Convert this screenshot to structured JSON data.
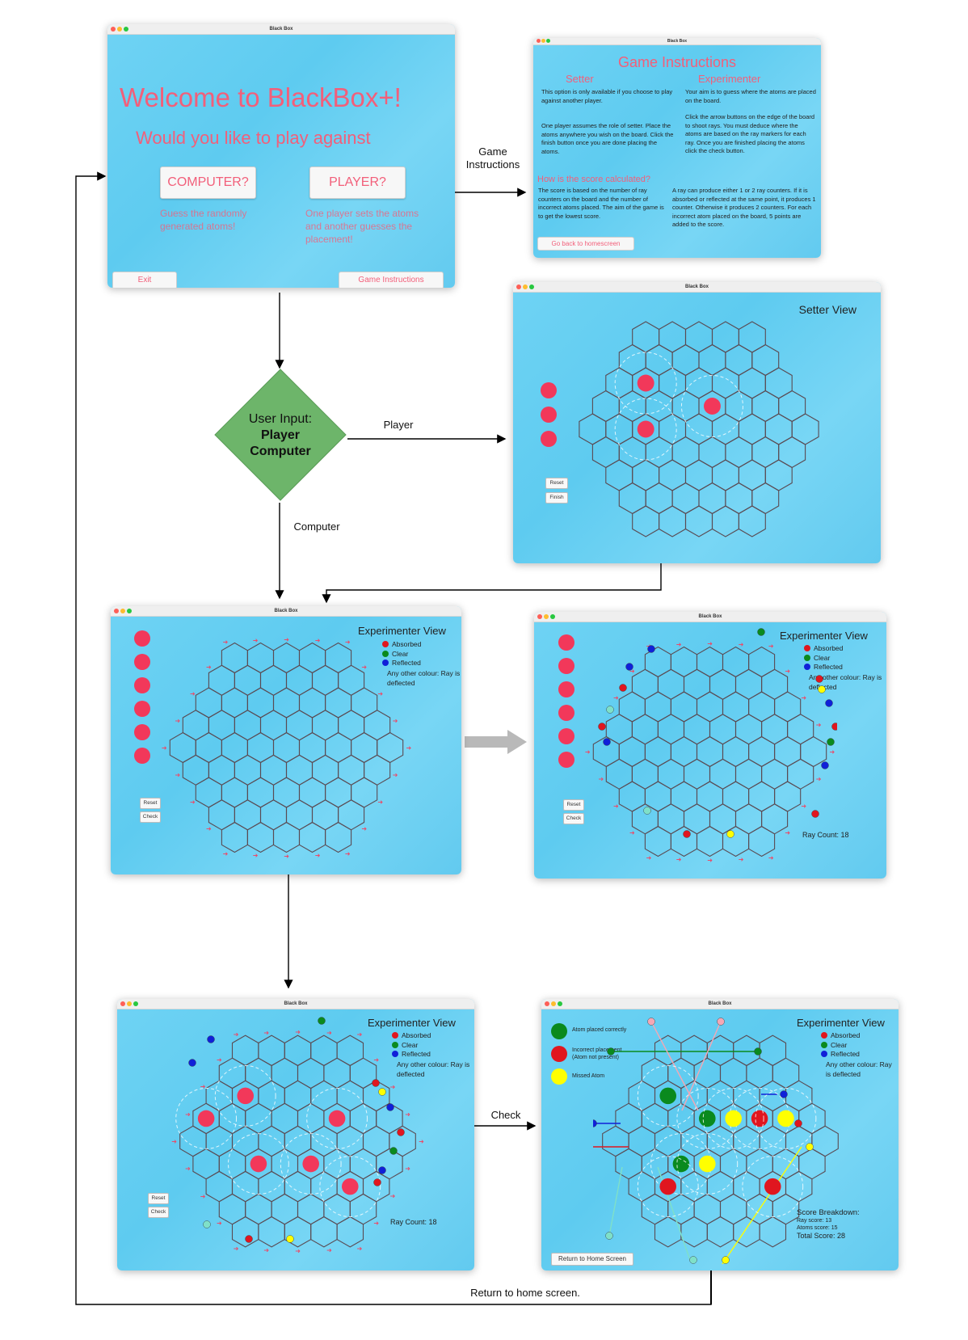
{
  "window_title": "Black Box",
  "welcome": {
    "title": "Welcome to BlackBox+!",
    "subtitle": "Would you like to play against",
    "computer_btn": "COMPUTER?",
    "computer_desc": "Guess the randomly generated atoms!",
    "player_btn": "PLAYER?",
    "player_desc": "One player sets the atoms and another guesses the placement!",
    "exit_btn": "Exit",
    "instructions_btn": "Game Instructions"
  },
  "instructions": {
    "title": "Game Instructions",
    "setter_heading": "Setter",
    "setter_p1": "This option is only available if you choose to play against another player.",
    "setter_p2": "One player assumes the role of setter. Place the atoms anywhere you wish on the board. Click the finish button once you are done placing the atoms.",
    "experimenter_heading": "Experimenter",
    "experimenter_p1": "Your aim is to guess where the atoms are placed on the board.",
    "experimenter_p2": "Click the arrow buttons on the edge of the board to shoot rays. You must deduce where the atoms are based on the ray markers for each ray. Once you are finished placing the atoms click the check button.",
    "score_heading": "How is the score calculated?",
    "score_p1": "The score is based on the number of ray counters on the board and the number of incorrect atoms placed. The aim of the game is to get the lowest score.",
    "score_p2": "A ray can produce either 1 or 2 ray counters. If it is absorbed or reflected at the same point, it produces 1 counter. Otherwise it produces 2 counters. For each incorrect atom placed on the board, 5 points are added to the score.",
    "back_btn": "Go back to homescreen"
  },
  "setter": {
    "title": "Setter View",
    "reset_btn": "Reset",
    "finish_btn": "Finish"
  },
  "experimenter": {
    "title": "Experimenter View",
    "legend": [
      {
        "label": "Absorbed",
        "color": "#e0161f"
      },
      {
        "label": "Clear",
        "color": "#0a8a1e"
      },
      {
        "label": "Reflected",
        "color": "#1020d8"
      }
    ],
    "other_colour": "Any other colour: Ray is deflected",
    "reset_btn": "Reset",
    "check_btn": "Check",
    "ray_count": "Ray Count: 18"
  },
  "results": {
    "title": "Experimenter View",
    "key": [
      {
        "label": "Atom placed correctly",
        "color": "#0a8a1e"
      },
      {
        "label": "Incorrect placement (Atom not present)",
        "color": "#e0161f"
      },
      {
        "label": "Missed Atom",
        "color": "#ffff00"
      }
    ],
    "score_heading": "Score Breakdown:",
    "ray_score": "Ray score: 13",
    "atoms_score": "Atoms score: 15",
    "total_score": "Total Score: 28",
    "home_btn": "Return to Home Screen"
  },
  "flow": {
    "decision_line1": "User Input:",
    "decision_line2": "Player",
    "decision_line3": "Computer",
    "label_game_instructions": "Game Instructions",
    "label_player": "Player",
    "label_computer": "Computer",
    "label_check": "Check",
    "label_return": "Return to home screen."
  },
  "colors": {
    "pink": "#f25f7a",
    "sky": "#62caef",
    "decision": "#6db56a",
    "atom": "#f2385a"
  }
}
